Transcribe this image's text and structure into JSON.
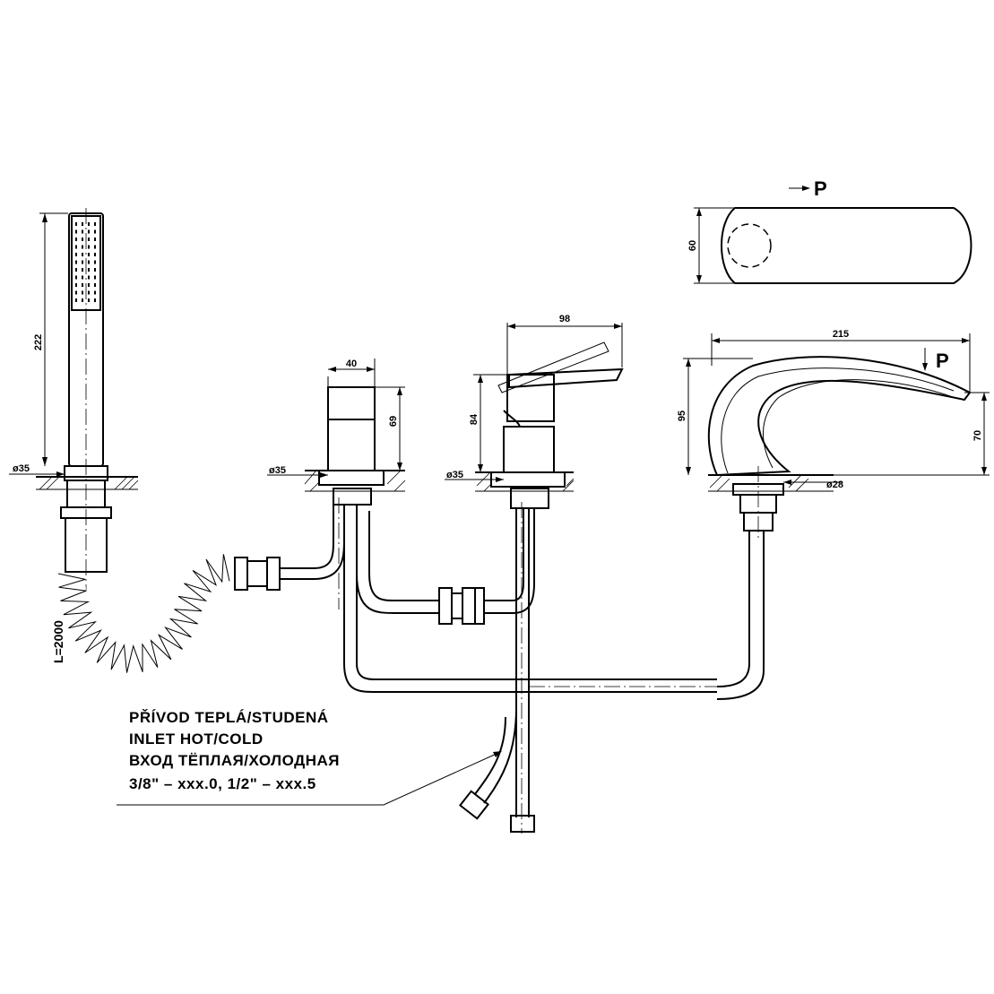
{
  "dimensions": {
    "handshower_height": "222",
    "handshower_hole": "ø35",
    "hose_length": "L=2000",
    "diverter_width": "40",
    "diverter_height": "69",
    "diverter_hole": "ø35",
    "mixer_width": "98",
    "mixer_height": "84",
    "mixer_hole": "ø35",
    "spout_reach": "215",
    "spout_height": "95",
    "spout_outlet_height": "70",
    "spout_hole": "ø28",
    "top_view_width": "60"
  },
  "view_markers": {
    "top_view": "P",
    "side_arrow": "P"
  },
  "inlet_note": {
    "line1": "PŘÍVOD TEPLÁ/STUDENÁ",
    "line2": "INLET HOT/COLD",
    "line3": "ВХОД ТЁПЛАЯ/ХОЛОДНАЯ",
    "line4": "3/8\" – xxx.0, 1/2\" – xxx.5"
  }
}
